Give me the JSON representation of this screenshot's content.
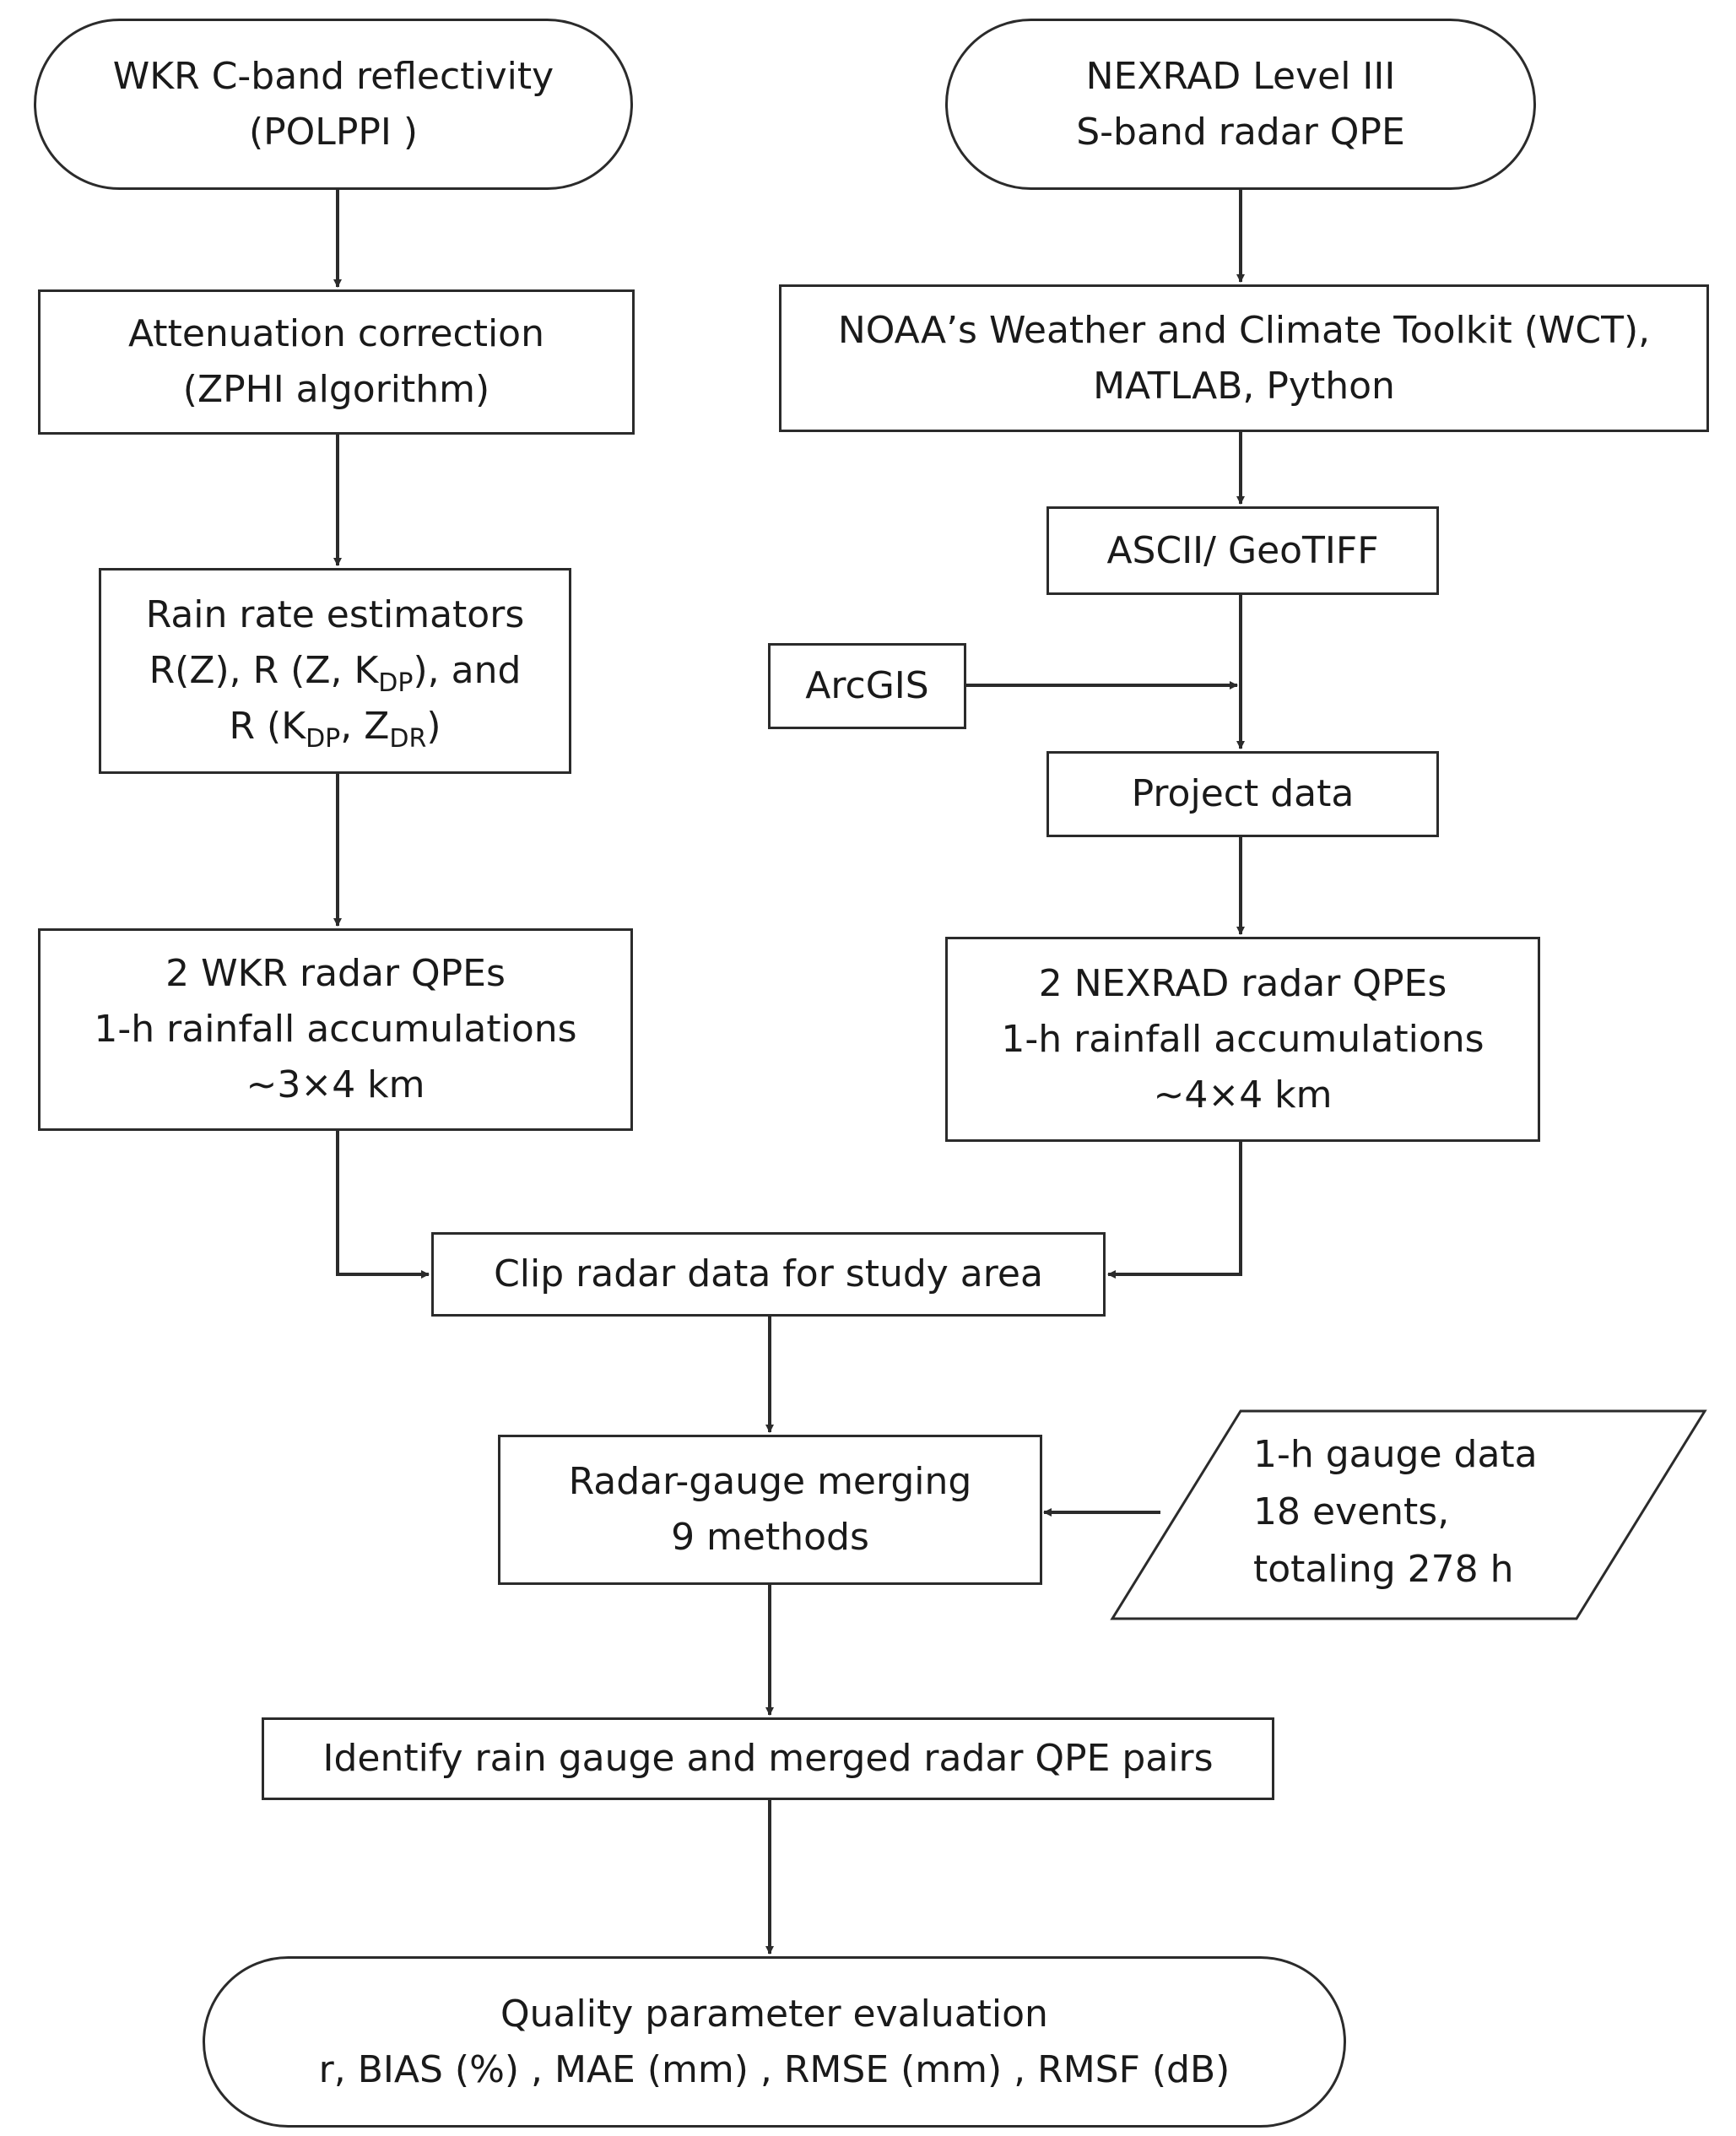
{
  "nodes": {
    "wkr_input": {
      "lines": [
        "WKR C-band reflectivity",
        "(POLPPI )"
      ]
    },
    "nexrad_input": {
      "lines": [
        "NEXRAD Level III",
        "S-band radar QPE"
      ]
    },
    "attenuation": {
      "lines": [
        "Attenuation correction",
        "(ZPHI algorithm)"
      ]
    },
    "toolkit": {
      "lines": [
        "NOAA’s Weather and Climate Toolkit (WCT),",
        "MATLAB, Python"
      ]
    },
    "ascii": {
      "lines": [
        "ASCII/ GeoTIFF"
      ]
    },
    "rain_rate": {
      "line1": "Rain rate estimators",
      "line2_a": "R(Z), R (Z, K",
      "line2_sub1": "DP",
      "line2_b": "), and",
      "line3_a": "R (K",
      "line3_sub1": "DP",
      "line3_b": ", Z",
      "line3_sub2": "DR",
      "line3_c": ")"
    },
    "arcgis": {
      "lines": [
        "ArcGIS"
      ]
    },
    "project": {
      "lines": [
        "Project data"
      ]
    },
    "wkr_qpe": {
      "lines": [
        "2 WKR radar QPEs",
        "1-h rainfall accumulations",
        "~3×4 km"
      ]
    },
    "nexrad_qpe": {
      "lines": [
        "2 NEXRAD radar QPEs",
        "1-h rainfall accumulations",
        "~4×4 km"
      ]
    },
    "clip": {
      "lines": [
        "Clip radar data for study area"
      ]
    },
    "merging": {
      "lines": [
        "Radar-gauge merging",
        "9 methods"
      ]
    },
    "gauge": {
      "lines": [
        "1-h gauge data",
        "18 events,",
        "totaling 278 h"
      ]
    },
    "identify": {
      "lines": [
        "Identify rain gauge and merged radar QPE pairs"
      ]
    },
    "quality": {
      "lines": [
        "Quality parameter evaluation",
        "r, BIAS (%) , MAE (mm) , RMSE (mm) , RMSF (dB)"
      ]
    }
  },
  "colors": {
    "stroke": "#2b2b2b",
    "text": "#1a1a1a",
    "background": "#ffffff"
  }
}
